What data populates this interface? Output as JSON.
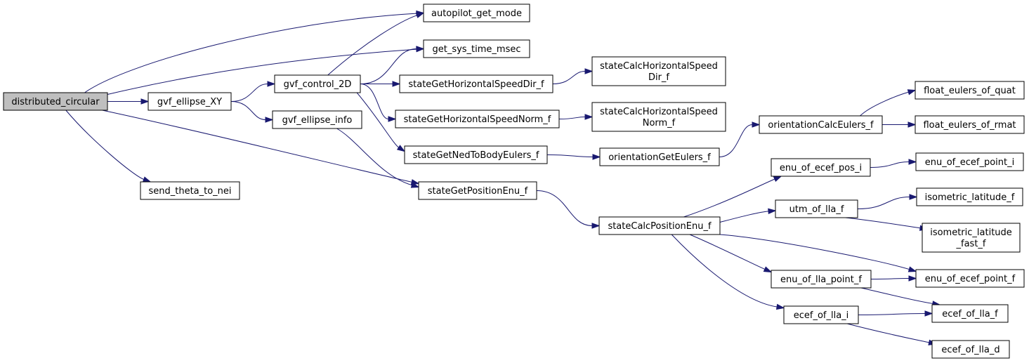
{
  "diagram": {
    "type": "call-graph",
    "colors": {
      "root_fill": "#bfbfbf",
      "node_fill": "#ffffff",
      "node_border": "#000000",
      "edge": "#191970"
    },
    "nodes": [
      {
        "id": "distributed_circular",
        "label": [
          "distributed_circular"
        ],
        "root": true
      },
      {
        "id": "gvf_ellipse_XY",
        "label": [
          "gvf_ellipse_XY"
        ]
      },
      {
        "id": "send_theta_to_nei",
        "label": [
          "send_theta_to_nei"
        ]
      },
      {
        "id": "gvf_control_2D",
        "label": [
          "gvf_control_2D"
        ]
      },
      {
        "id": "gvf_ellipse_info",
        "label": [
          "gvf_ellipse_info"
        ]
      },
      {
        "id": "autopilot_get_mode",
        "label": [
          "autopilot_get_mode"
        ]
      },
      {
        "id": "get_sys_time_msec",
        "label": [
          "get_sys_time_msec"
        ]
      },
      {
        "id": "stateGetHorizontalSpeedDir_f",
        "label": [
          "stateGetHorizontalSpeedDir_f"
        ]
      },
      {
        "id": "stateGetHorizontalSpeedNorm_f",
        "label": [
          "stateGetHorizontalSpeedNorm_f"
        ]
      },
      {
        "id": "stateGetNedToBodyEulers_f",
        "label": [
          "stateGetNedToBodyEulers_f"
        ]
      },
      {
        "id": "stateGetPositionEnu_f",
        "label": [
          "stateGetPositionEnu_f"
        ]
      },
      {
        "id": "stateCalcHorizontalSpeedDir_f",
        "label": [
          "stateCalcHorizontalSpeed",
          "Dir_f"
        ]
      },
      {
        "id": "stateCalcHorizontalSpeedNorm_f",
        "label": [
          "stateCalcHorizontalSpeed",
          "Norm_f"
        ]
      },
      {
        "id": "orientationGetEulers_f",
        "label": [
          "orientationGetEulers_f"
        ]
      },
      {
        "id": "stateCalcPositionEnu_f",
        "label": [
          "stateCalcPositionEnu_f"
        ]
      },
      {
        "id": "orientationCalcEulers_f",
        "label": [
          "orientationCalcEulers_f"
        ]
      },
      {
        "id": "enu_of_ecef_pos_i",
        "label": [
          "enu_of_ecef_pos_i"
        ]
      },
      {
        "id": "utm_of_lla_f",
        "label": [
          "utm_of_lla_f"
        ]
      },
      {
        "id": "enu_of_lla_point_f",
        "label": [
          "enu_of_lla_point_f"
        ]
      },
      {
        "id": "ecef_of_lla_i",
        "label": [
          "ecef_of_lla_i"
        ]
      },
      {
        "id": "float_eulers_of_quat",
        "label": [
          "float_eulers_of_quat"
        ]
      },
      {
        "id": "float_eulers_of_rmat",
        "label": [
          "float_eulers_of_rmat"
        ]
      },
      {
        "id": "enu_of_ecef_point_i",
        "label": [
          "enu_of_ecef_point_i"
        ]
      },
      {
        "id": "isometric_latitude_f",
        "label": [
          "isometric_latitude_f"
        ]
      },
      {
        "id": "isometric_latitude_fast_f",
        "label": [
          "isometric_latitude",
          "_fast_f"
        ]
      },
      {
        "id": "enu_of_ecef_point_f",
        "label": [
          "enu_of_ecef_point_f"
        ]
      },
      {
        "id": "ecef_of_lla_f",
        "label": [
          "ecef_of_lla_f"
        ]
      },
      {
        "id": "ecef_of_lla_d",
        "label": [
          "ecef_of_lla_d"
        ]
      }
    ],
    "edges": [
      [
        "distributed_circular",
        "autopilot_get_mode"
      ],
      [
        "distributed_circular",
        "get_sys_time_msec"
      ],
      [
        "distributed_circular",
        "gvf_ellipse_XY"
      ],
      [
        "distributed_circular",
        "send_theta_to_nei"
      ],
      [
        "distributed_circular",
        "stateGetPositionEnu_f"
      ],
      [
        "gvf_ellipse_XY",
        "gvf_control_2D"
      ],
      [
        "gvf_ellipse_XY",
        "gvf_ellipse_info"
      ],
      [
        "gvf_control_2D",
        "autopilot_get_mode"
      ],
      [
        "gvf_control_2D",
        "get_sys_time_msec"
      ],
      [
        "gvf_control_2D",
        "stateGetHorizontalSpeedDir_f"
      ],
      [
        "gvf_control_2D",
        "stateGetHorizontalSpeedNorm_f"
      ],
      [
        "gvf_control_2D",
        "stateGetNedToBodyEulers_f"
      ],
      [
        "gvf_ellipse_info",
        "stateGetPositionEnu_f"
      ],
      [
        "stateGetHorizontalSpeedDir_f",
        "stateCalcHorizontalSpeedDir_f"
      ],
      [
        "stateGetHorizontalSpeedNorm_f",
        "stateCalcHorizontalSpeedNorm_f"
      ],
      [
        "stateGetNedToBodyEulers_f",
        "orientationGetEulers_f"
      ],
      [
        "orientationGetEulers_f",
        "orientationCalcEulers_f"
      ],
      [
        "orientationCalcEulers_f",
        "float_eulers_of_quat"
      ],
      [
        "orientationCalcEulers_f",
        "float_eulers_of_rmat"
      ],
      [
        "stateGetPositionEnu_f",
        "stateCalcPositionEnu_f"
      ],
      [
        "stateCalcPositionEnu_f",
        "enu_of_ecef_pos_i"
      ],
      [
        "stateCalcPositionEnu_f",
        "utm_of_lla_f"
      ],
      [
        "stateCalcPositionEnu_f",
        "enu_of_ecef_point_f"
      ],
      [
        "stateCalcPositionEnu_f",
        "enu_of_lla_point_f"
      ],
      [
        "stateCalcPositionEnu_f",
        "ecef_of_lla_i"
      ],
      [
        "enu_of_ecef_pos_i",
        "enu_of_ecef_point_i"
      ],
      [
        "utm_of_lla_f",
        "isometric_latitude_f"
      ],
      [
        "utm_of_lla_f",
        "isometric_latitude_fast_f"
      ],
      [
        "enu_of_lla_point_f",
        "enu_of_ecef_point_f"
      ],
      [
        "enu_of_lla_point_f",
        "ecef_of_lla_f"
      ],
      [
        "ecef_of_lla_i",
        "ecef_of_lla_f"
      ],
      [
        "ecef_of_lla_i",
        "ecef_of_lla_d"
      ]
    ]
  }
}
